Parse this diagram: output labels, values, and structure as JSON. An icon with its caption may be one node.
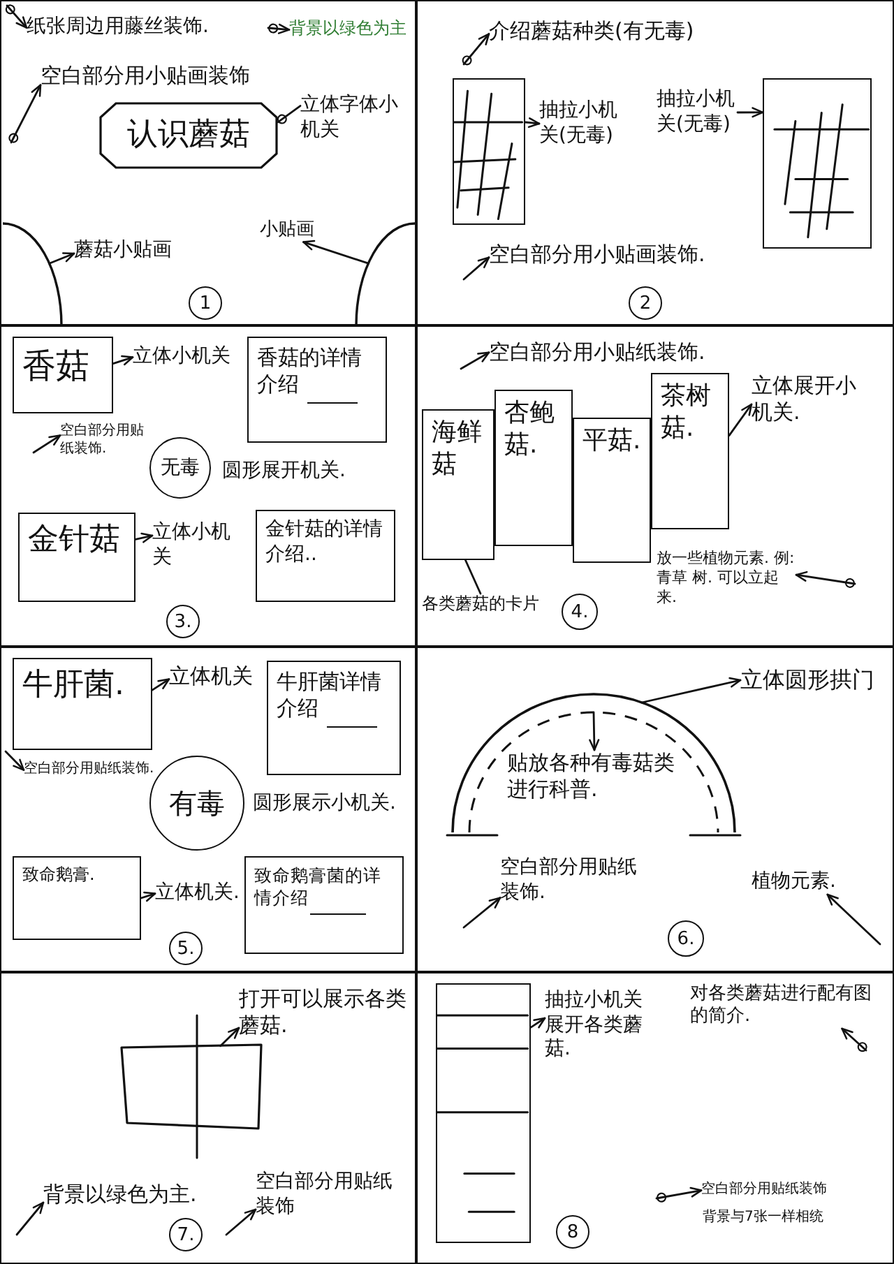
{
  "diagram": {
    "nodes": [
      {
        "text": [],
        "shape": "box"
      },
      {
        "text": [
          "纸张周边用藤丝装饰."
        ],
        "in": 0
      },
      {
        "text": [
          "背景以绿色为主"
        ],
        "in": 0
      },
      {
        "text": [
          "空白部分用小贴画装饰"
        ],
        "in": 0
      },
      {
        "text": [
          "认识蘑菇"
        ],
        "in": 0
      },
      {
        "text": [
          "立体字体小机关"
        ],
        "in": 0
      },
      {
        "text": [],
        "shape": "circle",
        "in": 0
      },
      {
        "text": [
          "蘑菇小贴画"
        ],
        "in": 0
      },
      {
        "text": [
          "小贴画"
        ],
        "in": 0
      },
      {
        "text": [],
        "shape": "circle",
        "in": 0
      },
      {
        "text": [
          "1"
        ],
        "in": 0
      },
      {
        "text": [],
        "shape": "box"
      },
      {
        "text": [
          "介绍蘑菇种类(有无毒)"
        ],
        "in": 11
      },
      {
        "text": [],
        "shape": "box",
        "in": 11
      },
      {
        "text": [
          "抽拉小机关(无毒)"
        ],
        "in": 11
      },
      {
        "text": [
          "抽拉小机关(无毒)"
        ],
        "in": 11
      },
      {
        "text": [],
        "shape": "box",
        "in": 11
      },
      {
        "text": [
          "空白部分用小贴画装饰."
        ],
        "in": 11
      },
      {
        "text": [
          "2"
        ],
        "in": 11
      },
      {
        "text": [],
        "shape": "box"
      },
      {
        "text": [
          "香菇"
        ],
        "in": 19
      },
      {
        "text": [
          "立体小机关"
        ],
        "in": 19
      },
      {
        "text": [
          "香菇的详情介绍"
        ],
        "in": 19
      },
      {
        "text": [
          "空白部分用贴纸装饰."
        ],
        "in": 19
      },
      {
        "text": [
          "无毒"
        ],
        "beside": [
          "圆形展开机关."
        ],
        "in": 19
      },
      {
        "text": [
          "金针菇"
        ],
        "in": 19
      },
      {
        "text": [
          "立体小机关"
        ],
        "in": 19
      },
      {
        "text": [
          "金针菇的详情介绍.."
        ],
        "in": 19
      },
      {
        "text": [
          "3."
        ],
        "in": 19
      },
      {
        "text": [],
        "shape": "box"
      },
      {
        "text": [
          "空白部分用小贴纸装饰."
        ],
        "in": 29
      },
      {
        "text": [
          "海鲜菇"
        ],
        "in": 29
      },
      {
        "text": [
          "杏鲍菇."
        ],
        "in": 29
      },
      {
        "text": [
          "平菇."
        ],
        "in": 29
      },
      {
        "text": [
          "茶树菇."
        ],
        "in": 29
      },
      {
        "text": [
          "立体展开小机关."
        ],
        "in": 29
      },
      {
        "text": [
          "各类蘑菇的卡片"
        ],
        "in": 29
      },
      {
        "text": [
          "放一些植物元素. 例: 青草 树. 可以立起来."
        ],
        "in": 29
      },
      {
        "text": [
          "4."
        ],
        "in": 29
      },
      {
        "text": [],
        "shape": "box"
      },
      {
        "text": [
          "牛肝菌."
        ],
        "in": 39
      },
      {
        "text": [
          "立体机关"
        ],
        "in": 39
      },
      {
        "text": [
          "牛肝菌详情介绍"
        ],
        "in": 39
      },
      {
        "text": [
          "空白部分用贴纸装饰."
        ],
        "in": 39
      },
      {
        "text": [
          "有毒"
        ],
        "beside": [
          "圆形展示小机关."
        ],
        "in": 39
      },
      {
        "text": [
          "致命鹅膏."
        ],
        "in": 39
      },
      {
        "text": [
          "立体机关."
        ],
        "in": 39
      },
      {
        "text": [
          "致命鹅膏菌的详情介绍"
        ],
        "in": 39
      },
      {
        "text": [
          "5."
        ],
        "in": 39
      },
      {
        "text": [],
        "shape": "box"
      },
      {
        "text": [],
        "shape": "arch",
        "in": 49
      },
      {
        "text": [
          "立体圆形拱门"
        ],
        "in": 49
      },
      {
        "text": [
          "贴放各种有毒菇类进行科普."
        ],
        "in": 50
      },
      {
        "text": [
          "空白部分用贴纸装饰."
        ],
        "in": 49
      },
      {
        "text": [
          "植物元素."
        ],
        "in": 49
      },
      {
        "text": [
          "6."
        ],
        "in": 49
      },
      {
        "text": [],
        "shape": "box"
      },
      {
        "text": [
          "打开可以展示各类蘑菇."
        ],
        "in": 56
      },
      {
        "text": [],
        "shape": "box",
        "in": 56
      },
      {
        "text": [
          "背景以绿色为主."
        ],
        "in": 56
      },
      {
        "text": [
          "空白部分用贴纸装饰"
        ],
        "in": 56
      },
      {
        "text": [
          "7."
        ],
        "in": 56
      },
      {
        "text": [],
        "shape": "box"
      },
      {
        "text": [],
        "shape": "box",
        "in": 62
      },
      {
        "text": [
          "抽拉小机关展开各类蘑菇."
        ],
        "in": 62
      },
      {
        "text": [
          "对各类蘑菇进行配有图的简介."
        ],
        "in": 62
      },
      {
        "text": [
          "空白部分用贴纸装饰"
        ],
        "in": 62
      },
      {
        "text": [
          "8"
        ],
        "in": 62
      }
    ],
    "edges": [
      {
        "from": null,
        "to": 1,
        "arrow": "to"
      },
      {
        "from": null,
        "to": 2,
        "arrow": "to"
      },
      {
        "from": null,
        "to": 3,
        "arrow": "to"
      },
      {
        "from": 4,
        "to": 5,
        "arrow": "other"
      },
      {
        "from": 6,
        "to": 7,
        "arrow": "to"
      },
      {
        "from": 9,
        "to": 8,
        "arrow": "to"
      },
      {
        "from": null,
        "to": 12,
        "arrow": "to"
      },
      {
        "from": 13,
        "to": 14,
        "arrow": "to"
      },
      {
        "from": 15,
        "to": 16,
        "arrow": "to"
      },
      {
        "from": null,
        "to": 17,
        "arrow": "to"
      },
      {
        "from": 20,
        "to": 21,
        "arrow": "to"
      },
      {
        "from": null,
        "to": 23,
        "arrow": "to"
      },
      {
        "from": 25,
        "to": 26,
        "arrow": "to"
      },
      {
        "from": null,
        "to": 30,
        "arrow": "to"
      },
      {
        "from": 34,
        "to": 35,
        "arrow": "to"
      },
      {
        "from": 36,
        "to": 31,
        "arrow": "none"
      },
      {
        "from": null,
        "to": 37,
        "arrow": "to"
      },
      {
        "from": 40,
        "to": 41,
        "arrow": "to"
      },
      {
        "from": null,
        "to": 43,
        "arrow": "to"
      },
      {
        "from": 45,
        "to": 46,
        "arrow": "to"
      },
      {
        "from": 50,
        "to": 51,
        "arrow": "to"
      },
      {
        "from": 50,
        "to": 52,
        "arrow": "to"
      },
      {
        "from": null,
        "to": 53,
        "arrow": "to"
      },
      {
        "from": null,
        "to": 54,
        "arrow": "to"
      },
      {
        "from": 58,
        "to": 57,
        "arrow": "to"
      },
      {
        "from": null,
        "to": 59,
        "arrow": "to"
      },
      {
        "from": null,
        "to": 60,
        "arrow": "to"
      },
      {
        "from": 63,
        "to": 64,
        "arrow": "to"
      },
      {
        "from": null,
        "to": 65,
        "arrow": "to"
      },
      {
        "from": null,
        "to": 66,
        "arrow": "to"
      }
    ],
    "labels": [
      "背景与7张一样相统"
    ]
  }
}
